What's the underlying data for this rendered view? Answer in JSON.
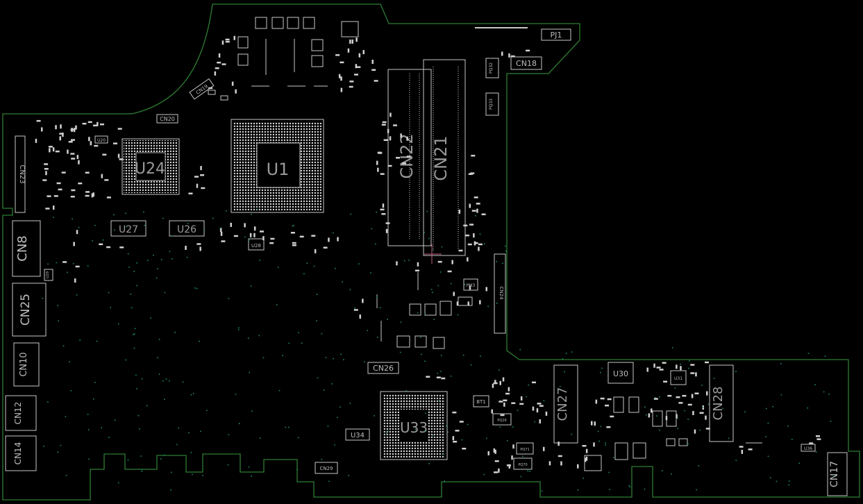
{
  "colors": {
    "background": "#000000",
    "outline": "#2e7d32",
    "silkscreen": "#c8c8c8",
    "via": "#1e8c6e"
  },
  "labels": {
    "pj1": "PJ1",
    "cn18": "CN18",
    "pq32": "PQ32",
    "pq33": "PQ33",
    "cn20": "CN20",
    "cn19": "CN19",
    "u20": "U20",
    "u24": "U24",
    "u1": "U1",
    "cn22": "CN22",
    "cn21": "CN21",
    "cn23": "CN23",
    "u27": "U27",
    "u26": "U26",
    "u28": "U28",
    "cn8": "CN8",
    "u29": "U29",
    "cn25": "CN25",
    "cn10": "CN10",
    "cn12": "CN12",
    "cn14": "CN14",
    "cn24": "CN24",
    "pm3": "PM3",
    "cn26": "CN26",
    "u33": "U33",
    "u34": "U34",
    "cn29": "CN29",
    "bt1": "BT1",
    "pq26": "PQ26",
    "pq71": "PQ71",
    "pq70": "PQ70",
    "cn27": "CN27",
    "u30": "U30",
    "u31": "U31",
    "cn28": "CN28",
    "u36": "U36",
    "cn17": "CN17"
  }
}
